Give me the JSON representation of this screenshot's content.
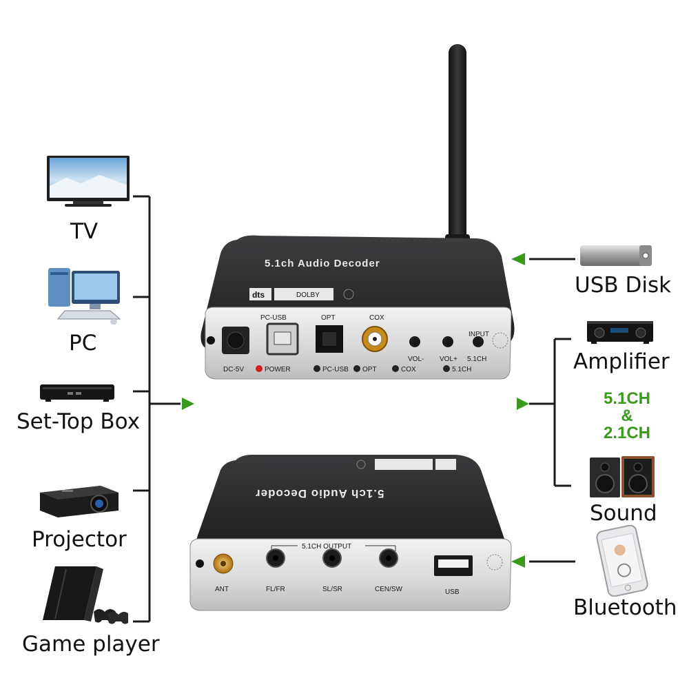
{
  "sources": {
    "tv": "TV",
    "pc": "PC",
    "set_top_box": "Set-Top Box",
    "projector": "Projector",
    "game_player": "Game player"
  },
  "outputs": {
    "usb_disk": "USB Disk",
    "amplifier": "Amplifier",
    "channels_line1": "5.1CH",
    "channels_line2": "&",
    "channels_line3": "2.1CH",
    "sound": "Sound",
    "bluetooth": "Bluetooth"
  },
  "device_front": {
    "title": "5.1ch Audio Decoder",
    "dc": "DC-5V",
    "power": "POWER",
    "pc_usb_port": "PC-USB",
    "opt_port": "OPT",
    "cox_port": "COX",
    "prev_label": "VOL-",
    "next_label": "VOL+",
    "input_label_1": "INPUT",
    "input_label_2": "5.1CH",
    "led_pc_usb": "PC-USB",
    "led_opt": "OPT",
    "led_cox": "COX",
    "led_51": "5.1CH",
    "dts_logo": "dts",
    "dolby_logo": "DOLBY"
  },
  "device_back": {
    "title": "5.1ch Audio Decoder",
    "output_group": "5.1CH OUTPUT",
    "ant": "ANT",
    "fl_fr": "FL/FR",
    "sl_sr": "SL/SR",
    "cen_sw": "CEN/SW",
    "usb": "USB"
  },
  "colors": {
    "arrow_green": "#3a9a1c",
    "device_body": "#2b2b2d",
    "panel_silver": "#d9d9d9"
  }
}
